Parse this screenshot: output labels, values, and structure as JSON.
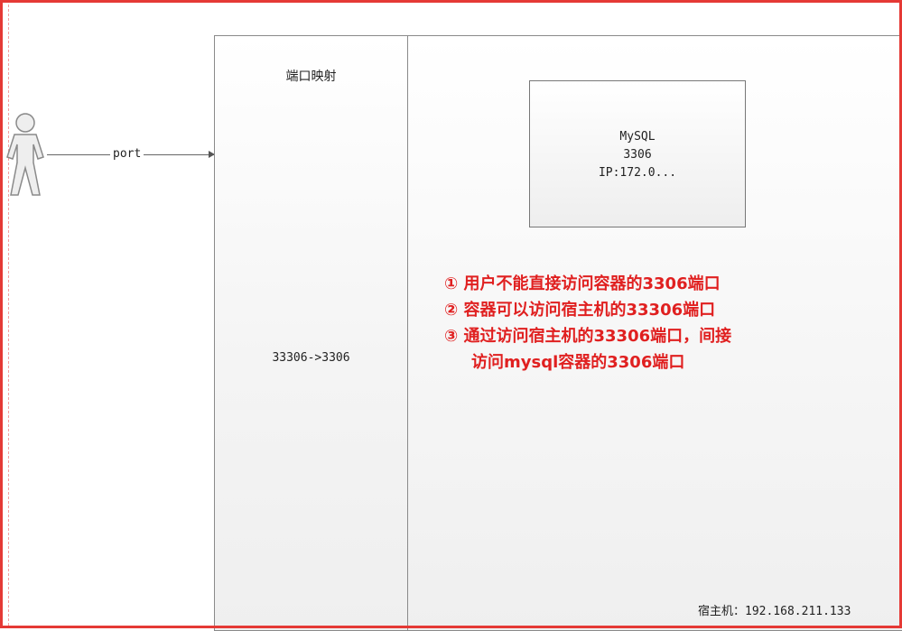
{
  "actor": {
    "port_label": "port"
  },
  "port_mapping": {
    "title": "端口映射",
    "rule": "33306->3306"
  },
  "container": {
    "name": "MySQL",
    "port": "3306",
    "ip": "IP:172.0..."
  },
  "notes": [
    "① 用户不能直接访问容器的3306端口",
    "② 容器可以访问宿主机的33306端口",
    "③ 通过访问宿主机的33306端口，间接",
    "访问mysql容器的3306端口"
  ],
  "host": {
    "label": "宿主机：192.168.211.133"
  },
  "colors": {
    "frame_red": "#e53935",
    "note_red": "#e02020",
    "panel_border": "#8a8a8a"
  }
}
